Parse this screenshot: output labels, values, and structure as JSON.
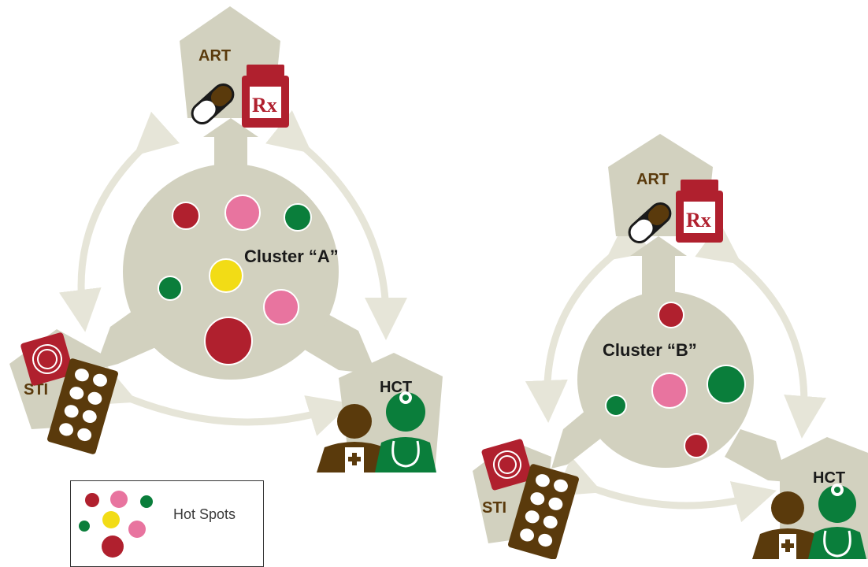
{
  "colors": {
    "shape": "#d2d1bf",
    "arrow": "#e6e5d8",
    "red": "#b0202e",
    "pink": "#e8749f",
    "green": "#0a7e3b",
    "yellow": "#f2dc16",
    "brown": "#5a3a0c",
    "text": "#1a1a1a"
  },
  "clusters": [
    {
      "id": "a",
      "title": "Cluster “A”",
      "art_label": "ART",
      "sti_label": "STI",
      "hct_label": "HCT",
      "rx_label": "Rx",
      "hot_spots": [
        "red",
        "pink",
        "green",
        "yellow",
        "green",
        "pink",
        "red"
      ]
    },
    {
      "id": "b",
      "title": "Cluster “B”",
      "art_label": "ART",
      "sti_label": "STI",
      "hct_label": "HCT",
      "rx_label": "Rx",
      "hot_spots": [
        "red",
        "pink",
        "green",
        "green",
        "red"
      ]
    }
  ],
  "legend": {
    "label": "Hot Spots",
    "dots": [
      "red",
      "pink",
      "green",
      "green",
      "yellow",
      "pink",
      "red"
    ]
  }
}
